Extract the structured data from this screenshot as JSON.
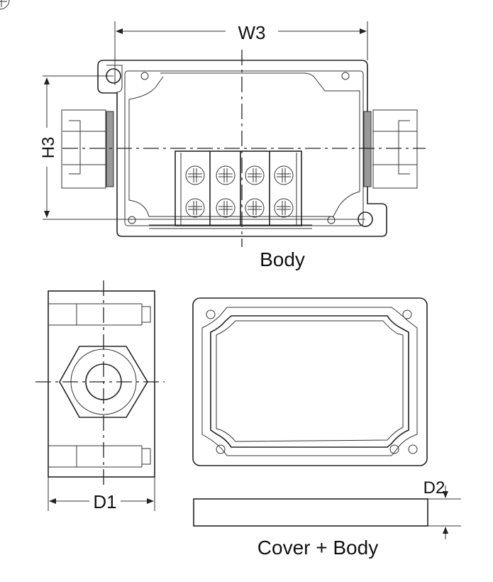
{
  "dimensions": {
    "width_label": "W3",
    "height_label": "H3",
    "depth_label": "D1",
    "cover_depth_label": "D2"
  },
  "captions": {
    "body": "Body",
    "cover_body": "Cover + Body"
  }
}
